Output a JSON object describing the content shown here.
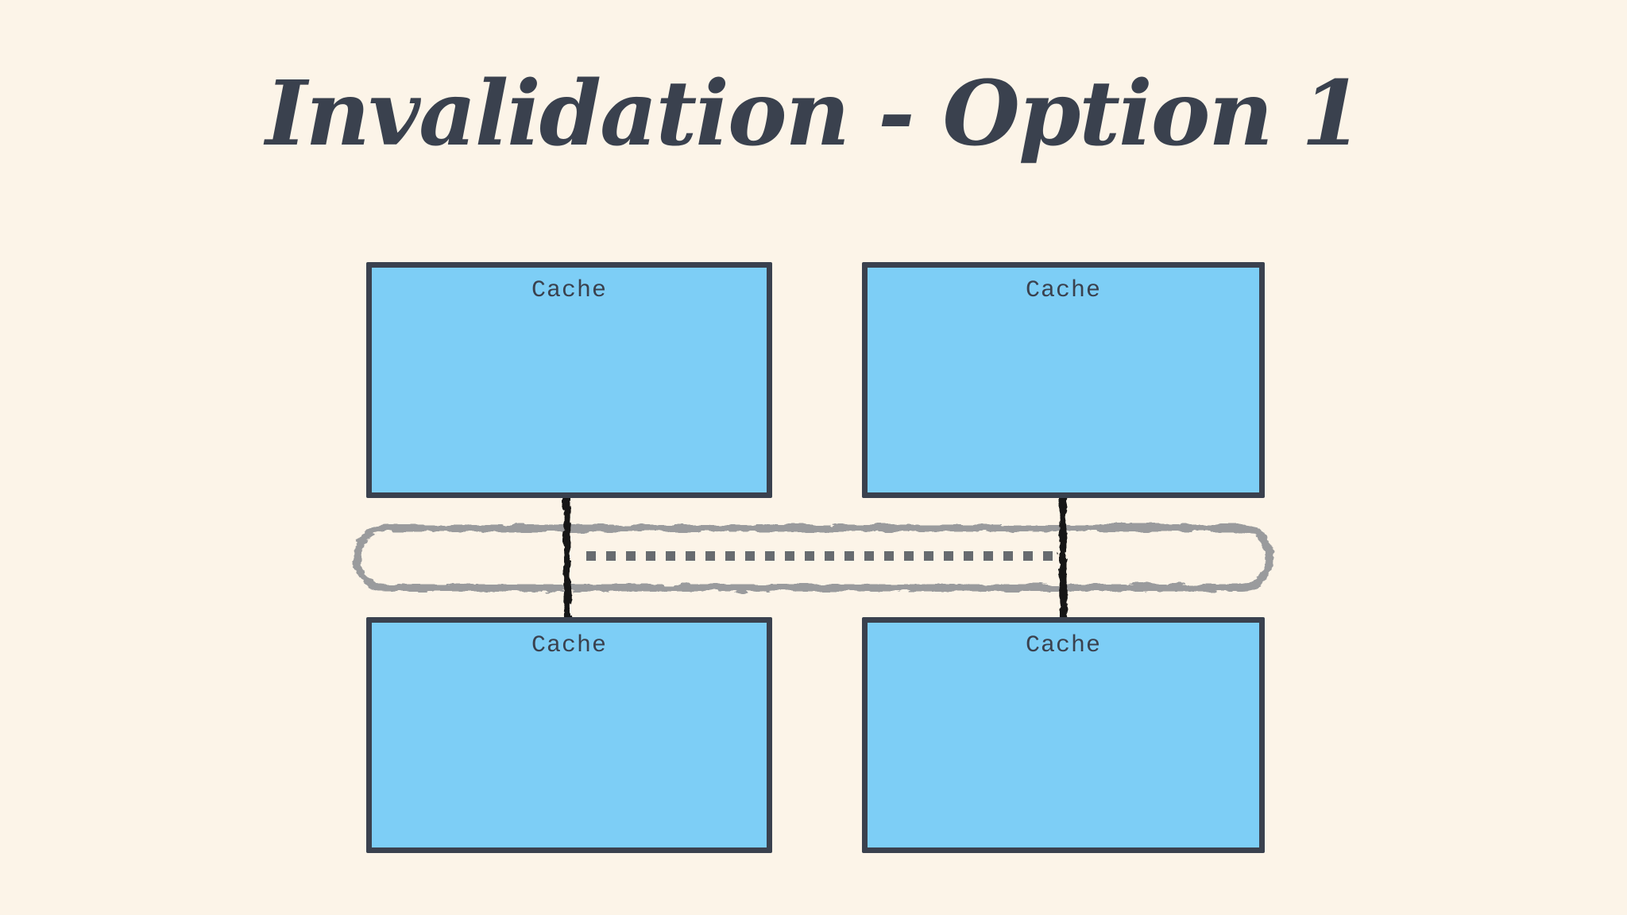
{
  "slide": {
    "title": "Invalidation - Option 1"
  },
  "nodes": [
    {
      "id": "cache-top-left",
      "label": "Cache"
    },
    {
      "id": "cache-top-right",
      "label": "Cache"
    },
    {
      "id": "cache-bottom-left",
      "label": "Cache"
    },
    {
      "id": "cache-bottom-right",
      "label": "Cache"
    }
  ],
  "diagram": {
    "bus": {
      "shape": "rounded-rectangle",
      "style": "hand-drawn-chalk"
    },
    "connectors": [
      {
        "from": "cache-top-left",
        "to": "cache-bottom-left",
        "style": "hand-drawn-black"
      },
      {
        "from": "cache-top-right",
        "to": "cache-bottom-right",
        "style": "hand-drawn-black"
      }
    ],
    "dotted_line": {
      "style": "square-dashed",
      "spans": "between-connectors-inside-bus"
    }
  },
  "colors": {
    "background": "#FCF4E8",
    "box_fill": "#7DCEF6",
    "box_border": "#3A414E",
    "title_text": "#3A414E",
    "label_text": "#3A414E",
    "bus_outline": "#9A9B9D",
    "dotted_line": "#676B6F",
    "connector": "#131313"
  }
}
